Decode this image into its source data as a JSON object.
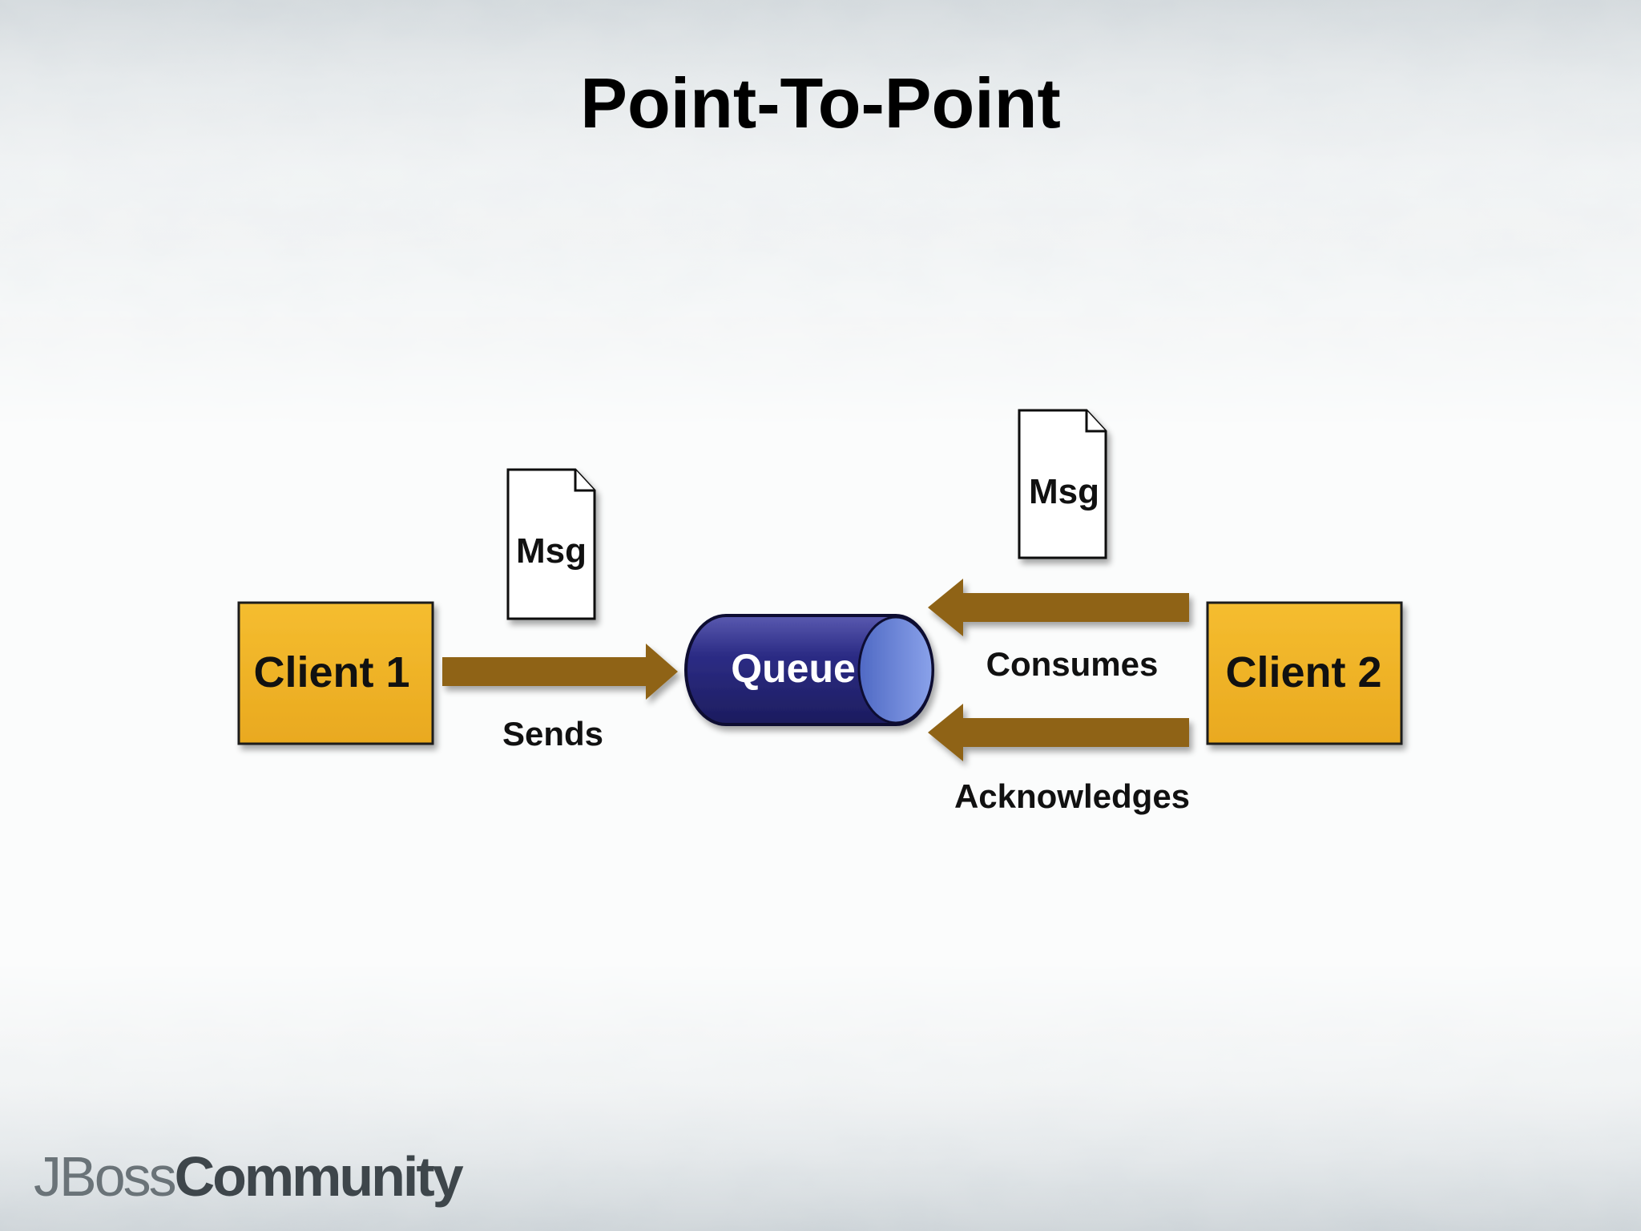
{
  "slide": {
    "title": "Point-To-Point"
  },
  "diagram": {
    "client1": {
      "label": "Client 1"
    },
    "client2": {
      "label": "Client 2"
    },
    "queue": {
      "label": "Queue"
    },
    "messages": [
      {
        "label": "Msg"
      },
      {
        "label": "Msg"
      }
    ],
    "edges": {
      "sends": "Sends",
      "consumes": "Consumes",
      "acknowledges": "Acknowledges"
    }
  },
  "footer": {
    "logo_prefix": "JBoss",
    "logo_suffix": "Community"
  },
  "colors": {
    "client_box": "#f0b428",
    "arrow": "#8f6419",
    "queue_body": "#2c2c7c",
    "queue_end": "#6a86d6",
    "title_text": "#000000"
  }
}
